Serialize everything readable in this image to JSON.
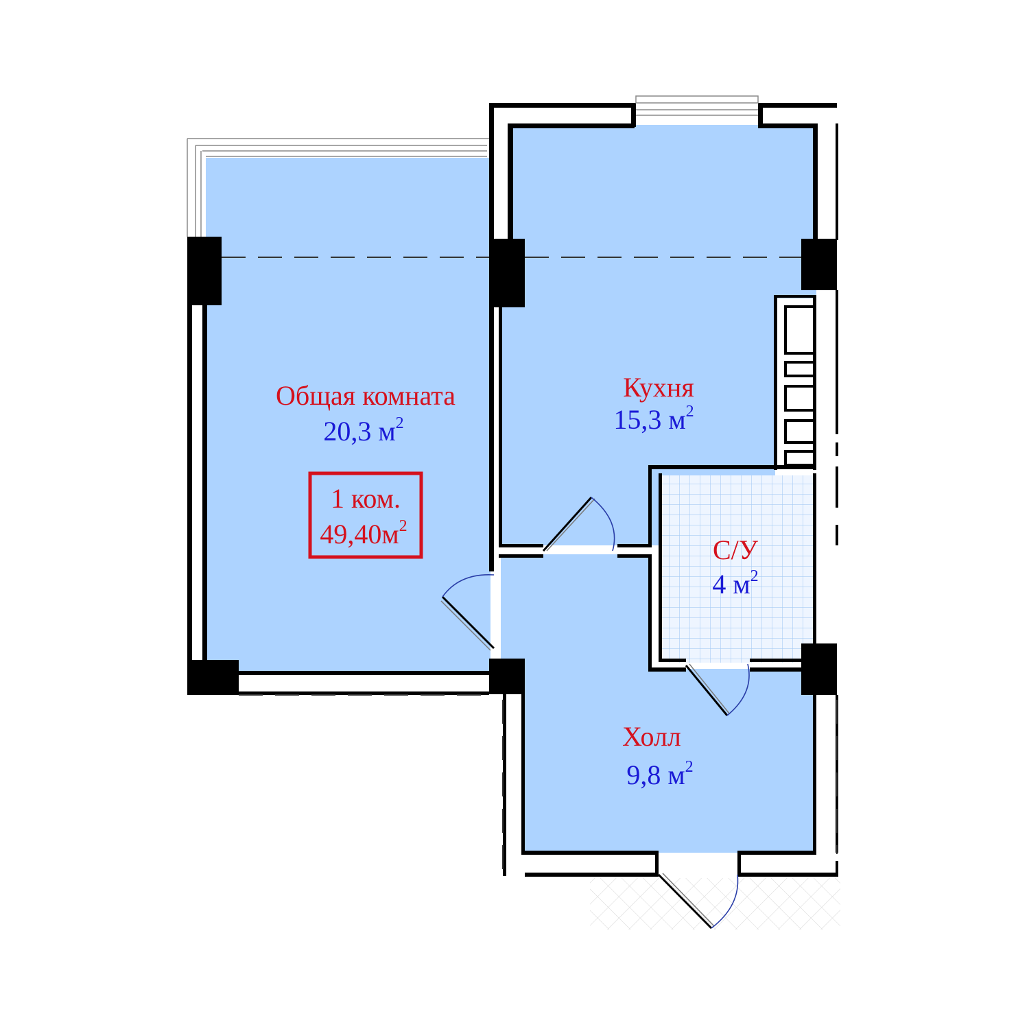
{
  "colors": {
    "room_fill": "#add3ff",
    "wall": "#000000",
    "name_text": "#d5111d",
    "area_text": "#1a1ad6",
    "badge_border": "#d5111d",
    "door_arc": "#2a3ea8",
    "bath_grid": "#a8ccf5"
  },
  "rooms": [
    {
      "name": "Общая комната",
      "area": "20,3 м",
      "sup": "2"
    },
    {
      "name": "Кухня",
      "area": "15,3 м",
      "sup": "2"
    },
    {
      "name": "С/У",
      "area": "4 м",
      "sup": "2"
    },
    {
      "name": "Холл",
      "area": "9,8 м",
      "sup": "2"
    }
  ],
  "apartment": {
    "rooms_label": "1 ком.",
    "total_area": "49,40м",
    "total_sup": "2"
  }
}
